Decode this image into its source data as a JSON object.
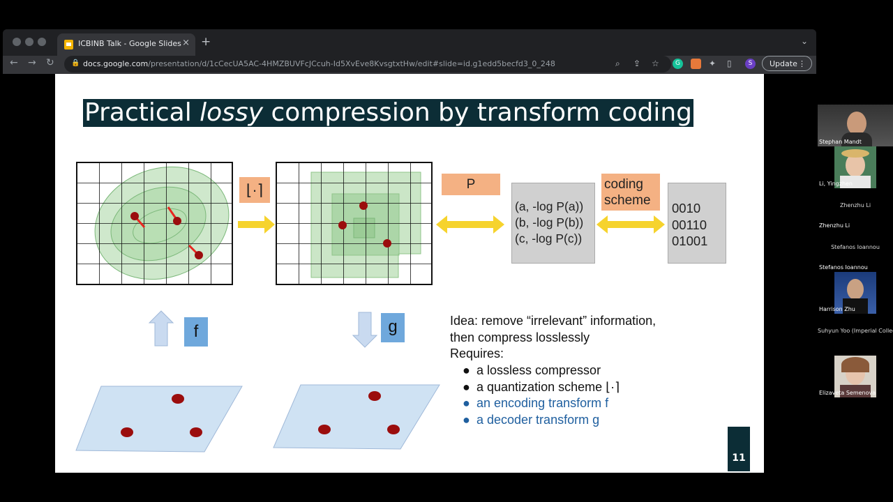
{
  "browser": {
    "tab_title": "ICBINB Talk - Google Slides",
    "tab_close": "×",
    "new_tab": "+",
    "url_domain": "docs.google.com",
    "url_path": "/presentation/d/1cCecUA5AC-4HMZBUVFcJCcuh-Id5XvEve8KvsgtxtHw/edit#slide=id.g1edd5becfd3_0_248",
    "update_label": "Update",
    "profile_initial": "S",
    "grammarly_initial": "G"
  },
  "slide": {
    "title_pre": "Practical ",
    "title_italic": "lossy",
    "title_post": " compression by transform coding",
    "quantize_label": "⌊·⌉",
    "p_label": "P",
    "coding_scheme_line1": "coding",
    "coding_scheme_line2": "scheme",
    "probs": [
      "(a, -log P(a))",
      "(b, -log P(b))",
      "(c, -log P(c))"
    ],
    "codes": [
      "0010",
      "00110",
      "01001"
    ],
    "f_label": "f",
    "g_label": "g",
    "idea_line1": "Idea: remove “irrelevant” information,",
    "idea_line2": "then compress losslessly",
    "requires": "Requires:",
    "bullets": [
      {
        "text": "a lossless compressor",
        "color": "#111111"
      },
      {
        "text": "a quantization scheme ⌊·⌉",
        "color": "#111111"
      },
      {
        "text": "an encoding transform f",
        "color": "#1f5f9f"
      },
      {
        "text": "a decoder transform g",
        "color": "#1f5f9f"
      }
    ],
    "page_number": "11"
  },
  "participants": [
    {
      "name": "Stephan Mandt",
      "video": true
    },
    {
      "name": "Li, Yingzhen",
      "video": true
    },
    {
      "name": "Zhenzhu Li",
      "video": false,
      "center": "Zhenzhu Li"
    },
    {
      "name": "Stefanos Ioannou",
      "video": false,
      "center": "Stefanos Ioannou"
    },
    {
      "name": "Harrison Zhu",
      "video": true
    },
    {
      "name": "",
      "video": false,
      "center": "Suhyun Yoo (Imperial College..."
    },
    {
      "name": "Elizaveta Semenova",
      "video": true
    }
  ],
  "colors": {
    "title_bg": "#0c2d36",
    "orange_box": "#f4b183",
    "arrow_yellow": "#f6d32d",
    "green_region": "#a8d5a2",
    "latent_plane": "#cfe2f3",
    "dot_red": "#9b0d0d",
    "blue_text": "#1f5f9f"
  }
}
